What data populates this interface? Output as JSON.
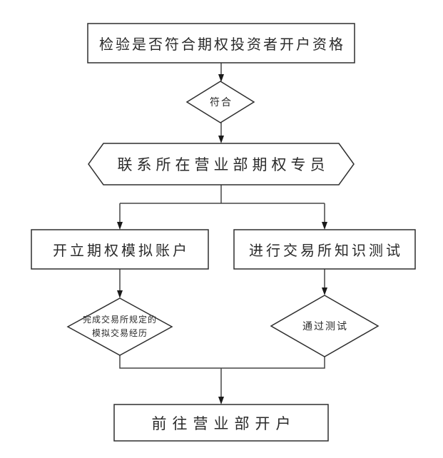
{
  "diagram": {
    "type": "flowchart",
    "background_color": "#ffffff",
    "shape_fill_color": "#ffffff",
    "shape_border_color": "#2e2e2e",
    "connector_color": "#454545",
    "arrowhead_color": "#1a1a1a",
    "nodes": {
      "check_eligibility": {
        "shape": "rectangle",
        "label": "检验是否符合期权投资者开户资格"
      },
      "conform": {
        "shape": "diamond",
        "label": "符合"
      },
      "contact_specialist": {
        "shape": "hexagon",
        "label": "联系所在营业部期权专员"
      },
      "open_sim_account": {
        "shape": "rectangle",
        "label": "开立期权模拟账户"
      },
      "exchange_knowledge_test": {
        "shape": "rectangle",
        "label": "进行交易所知识测试"
      },
      "complete_sim_trading": {
        "shape": "diamond",
        "label": "完成交易所规定的模拟交易经历",
        "line1": "完成交易所规定的",
        "line2": "模拟交易经历"
      },
      "pass_test": {
        "shape": "diamond",
        "label": "通过测试"
      },
      "go_open_account": {
        "shape": "rectangle",
        "label": "前往营业部开户"
      }
    },
    "edges": [
      {
        "from": "check_eligibility",
        "to": "conform",
        "arrow": true
      },
      {
        "from": "conform",
        "to": "contact_specialist",
        "arrow": true
      },
      {
        "from": "contact_specialist",
        "to": "open_sim_account",
        "arrow": true
      },
      {
        "from": "contact_specialist",
        "to": "exchange_knowledge_test",
        "arrow": true
      },
      {
        "from": "open_sim_account",
        "to": "complete_sim_trading",
        "arrow": true
      },
      {
        "from": "exchange_knowledge_test",
        "to": "pass_test",
        "arrow": true
      },
      {
        "from": "complete_sim_trading",
        "to": "go_open_account",
        "arrow": true
      },
      {
        "from": "pass_test",
        "to": "go_open_account",
        "arrow": true
      }
    ]
  }
}
